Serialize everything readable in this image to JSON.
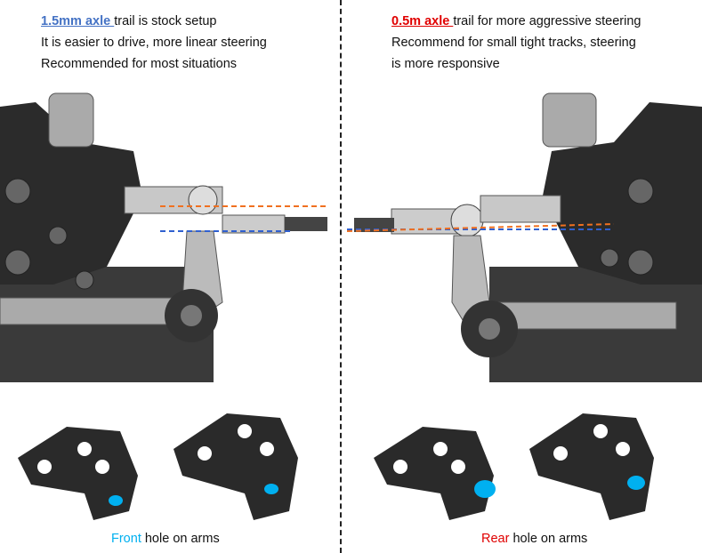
{
  "left": {
    "highlight": "1.5mm axle ",
    "line1_rest": "trail is stock setup",
    "line2": "It is easier to drive, more linear steering",
    "line3": "Recommended for most situations",
    "caption_highlight": "Front",
    "caption_rest": " hole on arms"
  },
  "right": {
    "highlight": "0.5m axle ",
    "line1_rest": "trail for more aggressive steering",
    "line2": "Recommend for small tight tracks, steering",
    "line3": "is more responsive",
    "caption_highlight": "Rear",
    "caption_rest": " hole on arms"
  },
  "colors": {
    "left_accent": "#4472c4",
    "right_accent": "#e00000",
    "caption_front": "#00b0f0",
    "caption_rear": "#e00000",
    "line_orange": "#f07020",
    "line_blue": "#3060d0"
  }
}
